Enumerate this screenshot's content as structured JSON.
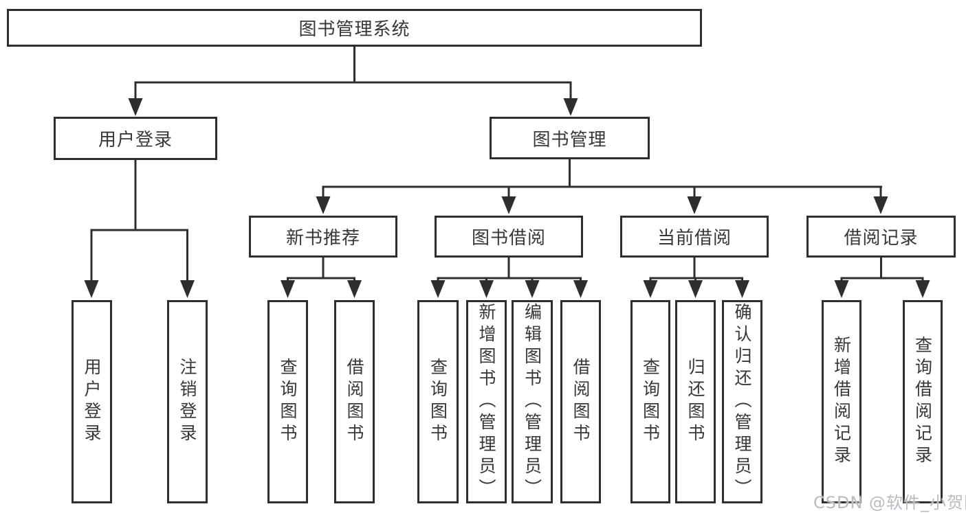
{
  "diagram": {
    "type": "tree",
    "colors": {
      "line": "#2e2e2e",
      "box_border": "#2e2e2e",
      "box_background": "#ffffff",
      "text": "#373737",
      "watermark_text": "#b8bcc2"
    },
    "root": {
      "label": "图书管理系统",
      "children": [
        {
          "label": "用户登录",
          "children": [
            {
              "label": "用户登录"
            },
            {
              "label": "注销登录"
            }
          ]
        },
        {
          "label": "图书管理",
          "children": [
            {
              "label": "新书推荐",
              "children": [
                {
                  "label": "查询图书"
                },
                {
                  "label": "借阅图书"
                }
              ]
            },
            {
              "label": "图书借阅",
              "children": [
                {
                  "label": "查询图书"
                },
                {
                  "label": "新增图书（管理员）"
                },
                {
                  "label": "编辑图书（管理员）"
                },
                {
                  "label": "借阅图书"
                }
              ]
            },
            {
              "label": "当前借阅",
              "children": [
                {
                  "label": "查询图书"
                },
                {
                  "label": "归还图书"
                },
                {
                  "label": "确认归还（管理员）"
                }
              ]
            },
            {
              "label": "借阅记录",
              "children": [
                {
                  "label": "新增借阅记录"
                },
                {
                  "label": "查询借阅记录"
                }
              ]
            }
          ]
        }
      ]
    }
  },
  "watermark": {
    "text": "CSDN @软件_小贺同学"
  }
}
